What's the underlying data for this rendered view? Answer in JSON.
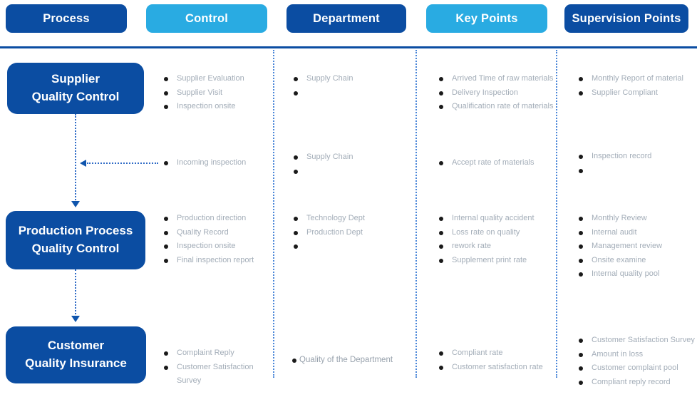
{
  "title": "Quality Control Process Matrix",
  "header": {
    "columns": [
      {
        "label": "Process",
        "variant": "dark"
      },
      {
        "label": "Control",
        "variant": "light"
      },
      {
        "label": "Department",
        "variant": "dark"
      },
      {
        "label": "Key Points",
        "variant": "light"
      },
      {
        "label": "Supervision Points",
        "variant": "dark"
      }
    ]
  },
  "colors": {
    "dark_blue": "#0b4da2",
    "light_blue": "#29abe2",
    "divider_blue": "#4a86d8",
    "connector_blue": "#2f6bc6",
    "arrow_blue": "#0f55ad",
    "bullet_black": "#1a1a1a",
    "item_text_gray": "#a3adb8"
  },
  "rows": [
    {
      "process": [
        "Supplier",
        "Quality Control"
      ],
      "control": [
        "Supplier Evaluation",
        "Supplier Visit",
        "Inspection onsite"
      ],
      "department": [
        "Supply Chain",
        ""
      ],
      "key_points": [
        "Arrived Time of raw materials",
        "Delivery Inspection",
        "Qualification rate of materials"
      ],
      "supervision": [
        "Monthly Report of material",
        "Supplier Compliant"
      ]
    },
    {
      "process": [],
      "control": [
        "Incoming inspection"
      ],
      "department": [
        "Supply Chain",
        ""
      ],
      "key_points": [
        "Accept rate of materials"
      ],
      "supervision": [
        "Inspection record",
        ""
      ]
    },
    {
      "process": [
        "Production Process",
        "Quality Control"
      ],
      "control": [
        "Production direction",
        "Quality Record",
        "Inspection onsite",
        "Final inspection report"
      ],
      "department": [
        "Technology Dept",
        "Production Dept",
        ""
      ],
      "key_points": [
        "Internal quality accident",
        "Loss rate on quality",
        "rework rate",
        "Supplement print rate"
      ],
      "supervision": [
        "Monthly Review",
        "Internal audit",
        "Management review",
        "Onsite examine",
        "Internal quality pool"
      ]
    },
    {
      "process": [
        "Customer",
        "Quality Insurance"
      ],
      "control": [
        "Complaint Reply",
        "Customer Satisfaction Survey"
      ],
      "department": [
        "Quality of the Department"
      ],
      "key_points": [
        "Compliant rate",
        "Customer satisfaction rate"
      ],
      "supervision": [
        "Customer Satisfaction Survey",
        "Amount in loss",
        "Customer complaint pool",
        "Compliant reply record"
      ]
    }
  ]
}
